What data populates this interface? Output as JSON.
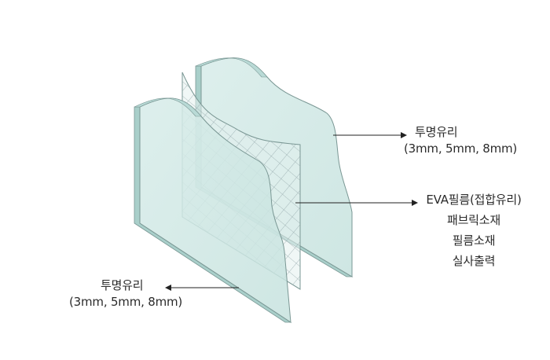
{
  "labels": {
    "back_glass": {
      "name": "투명유리",
      "spec": "(3mm, 5mm, 8mm)"
    },
    "interlayer": {
      "lines": [
        "EVA필름(접합유리)",
        "패브릭소재",
        "필름소재",
        "실사출력"
      ]
    },
    "front_glass": {
      "name": "투명유리",
      "spec": "(3mm, 5mm, 8mm)"
    }
  },
  "colors": {
    "glass_fill": "#cfe8e4",
    "glass_edge": "#a9cfca",
    "glass_outline": "#7a9794",
    "mesh": "#8fa3a6",
    "leader_line": "#222222",
    "text": "#2b2b2b"
  }
}
